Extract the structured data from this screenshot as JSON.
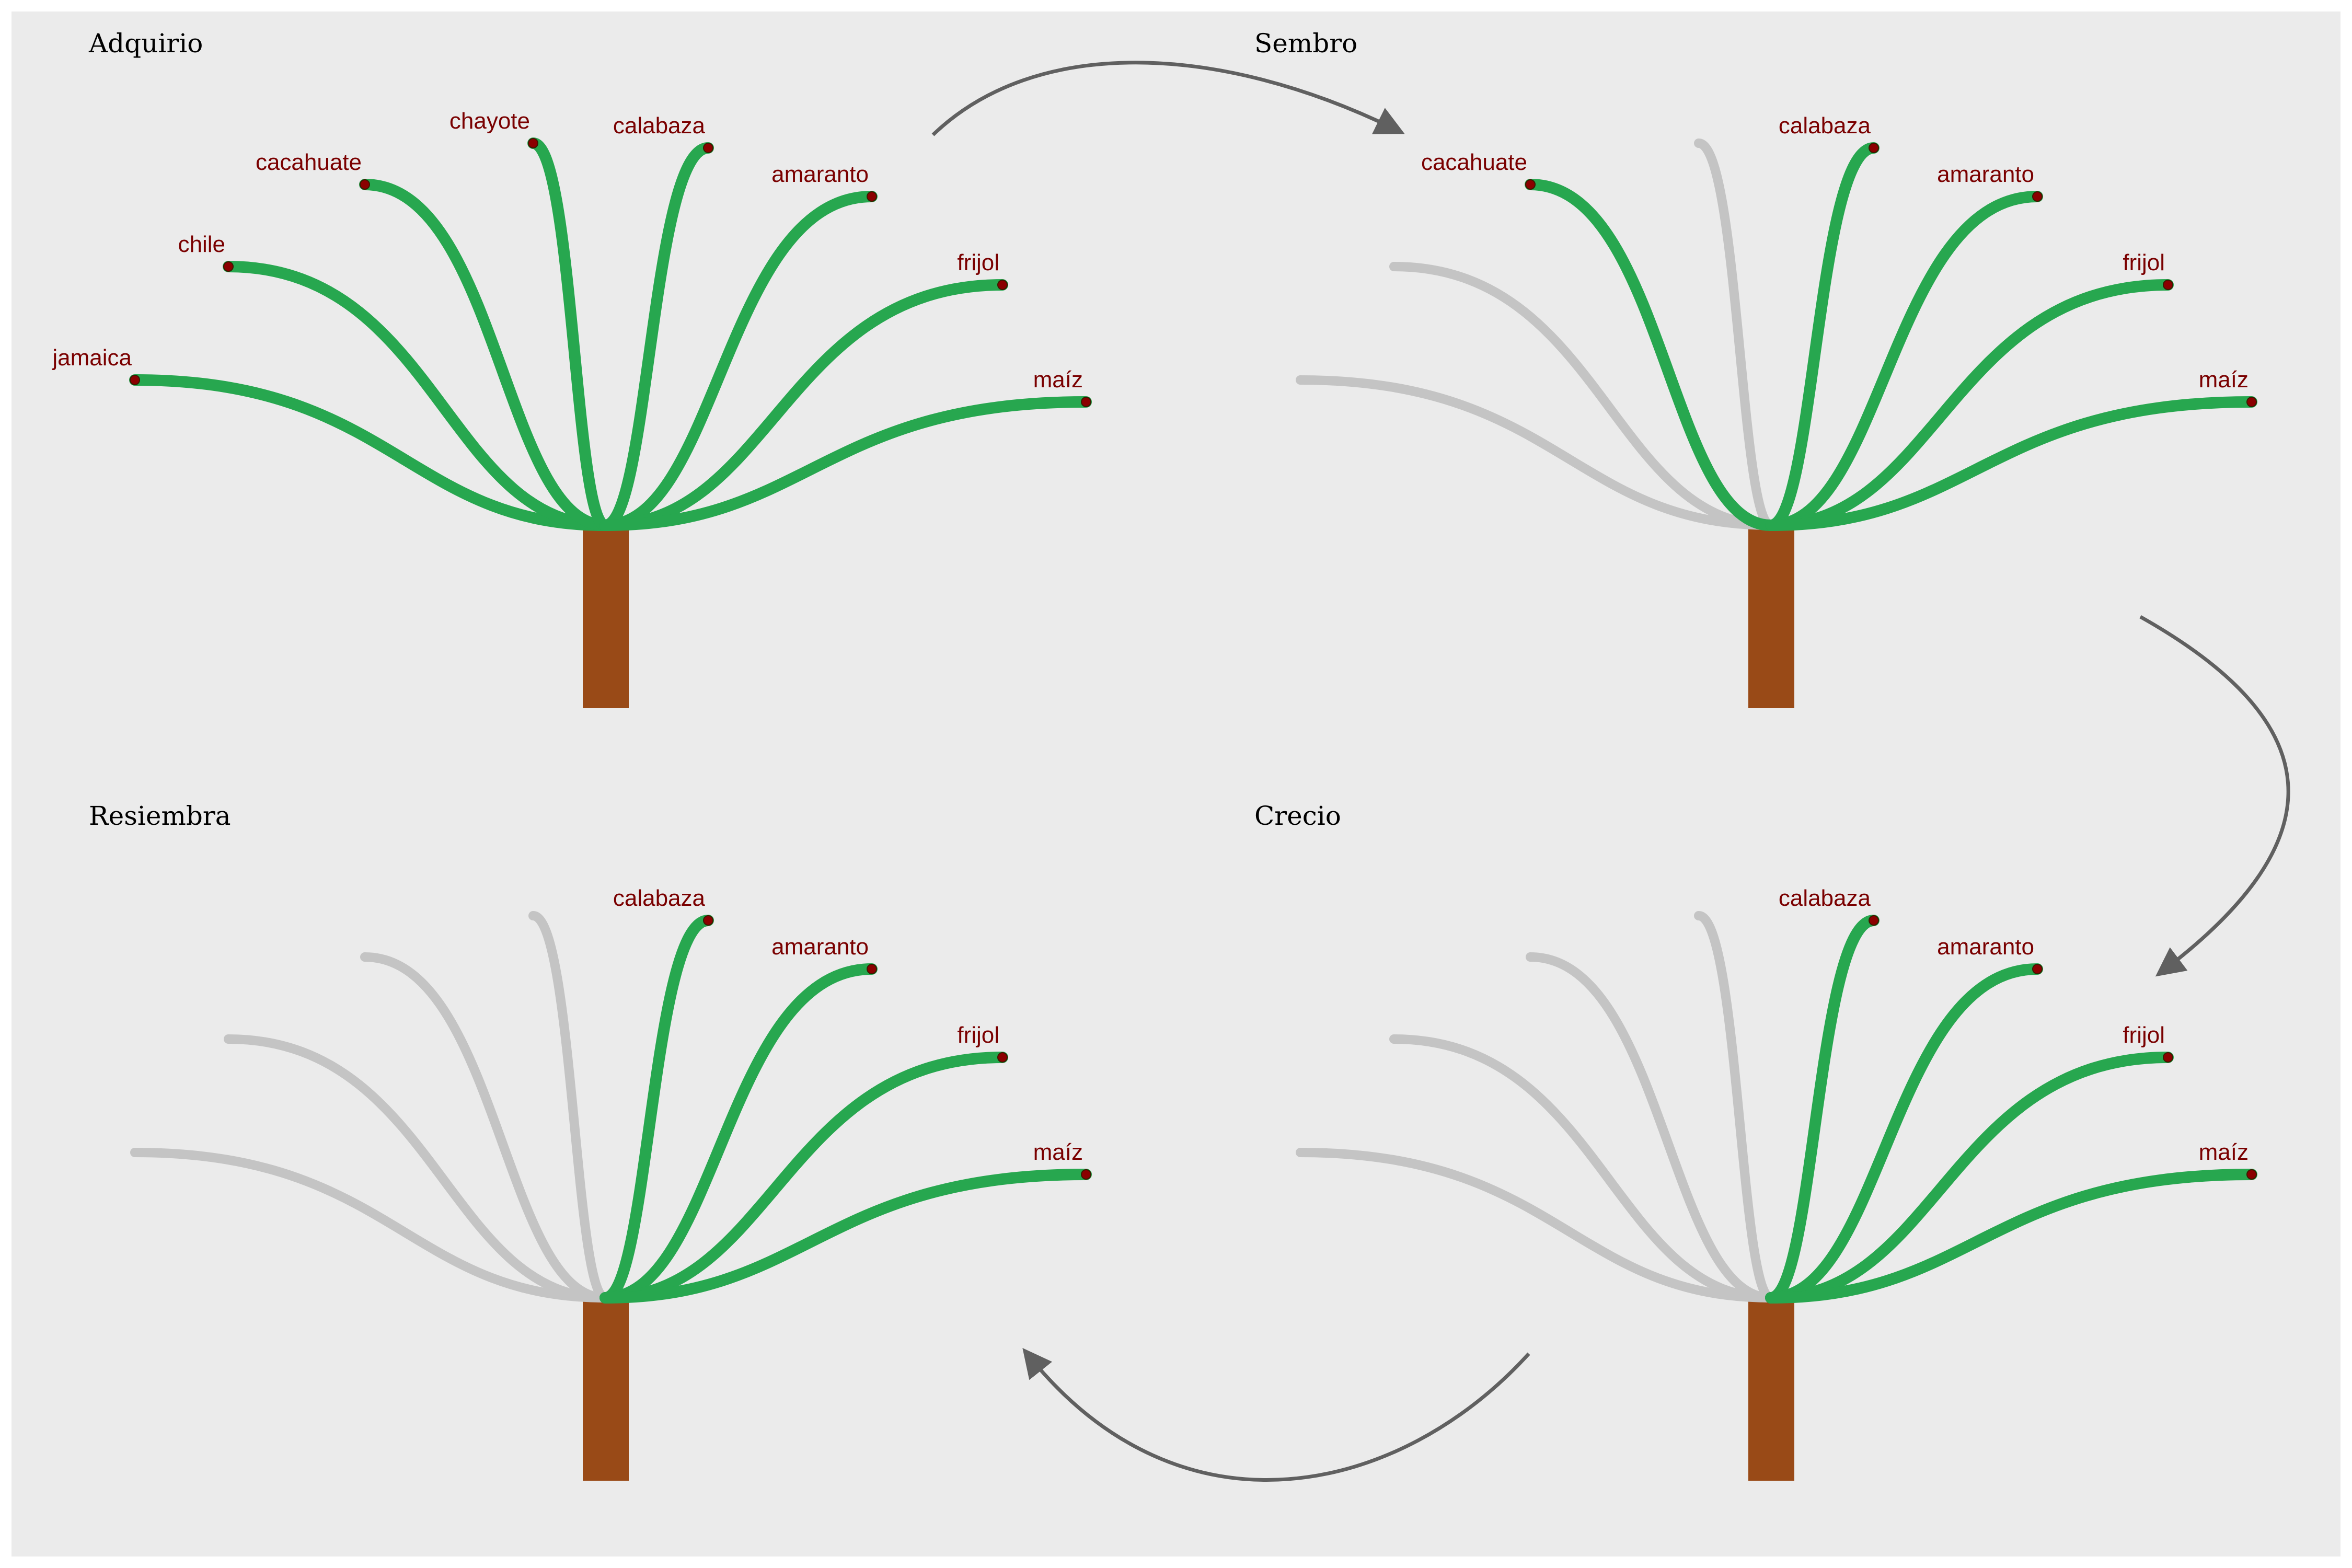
{
  "colors": {
    "background": "#ebebeb",
    "active_branch": "#27a74f",
    "inactive_branch": "#c4c4c4",
    "trunk": "#994a17",
    "tip": "#8b0000",
    "tip_stroke": "#3a1a00",
    "label": "#7a0000",
    "arrow": "#606060"
  },
  "crops": [
    "jamaica",
    "chile",
    "cacahuate",
    "chayote",
    "calabaza",
    "amaranto",
    "frijol",
    "maíz"
  ],
  "panels": [
    {
      "title": "Adquirio",
      "active": [
        "jamaica",
        "chile",
        "cacahuate",
        "chayote",
        "calabaza",
        "amaranto",
        "frijol",
        "maíz"
      ]
    },
    {
      "title": "Sembro",
      "active": [
        "cacahuate",
        "calabaza",
        "amaranto",
        "frijol",
        "maíz"
      ]
    },
    {
      "title": "Resiembra",
      "active": [
        "calabaza",
        "amaranto",
        "frijol",
        "maíz"
      ]
    },
    {
      "title": "Crecio",
      "active": [
        "calabaza",
        "amaranto",
        "frijol",
        "maíz"
      ]
    }
  ],
  "flow": [
    "Adquirio",
    "Sembro",
    "Crecio",
    "Resiembra"
  ]
}
